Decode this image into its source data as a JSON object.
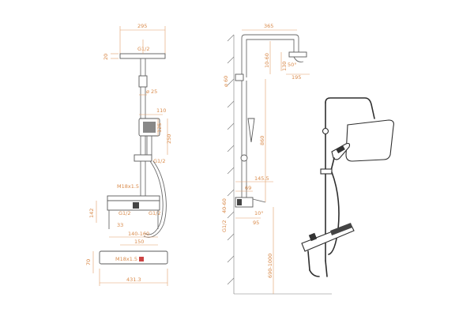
{
  "front_view": {
    "head_width": "295",
    "head_connector": "G1/2",
    "head_thickness": "20",
    "pipe_diameter": "ø 25",
    "handshower_width": "110",
    "handshower_head": "125",
    "handshower_length": "250",
    "slider_connector": "G1/2",
    "thread": "M18x1.5",
    "inlet_connector_left": "G1/2",
    "inlet_connector_right": "G1/2",
    "shelf_height": "142",
    "shelf_gap": "33",
    "inlet_spacing": "140-160",
    "centre_spacing": "150",
    "thread_bottom": "M18x1.5",
    "mixer_height": "70",
    "mixer_width": "431.3"
  },
  "side_view": {
    "arm_length": "365",
    "head_drop": "10-60",
    "arm_diameter": "ø 60",
    "head_section": "130",
    "swivel_angle": "50°",
    "swivel_width": "195",
    "riser_height": "860",
    "shelf_depth": "145.5",
    "inlet_offset": "69",
    "connector_range": "40-60",
    "nut_thread": "G1/2",
    "tilt_angle": "10°",
    "handle_depth": "95",
    "floor_height": "690-1000"
  }
}
